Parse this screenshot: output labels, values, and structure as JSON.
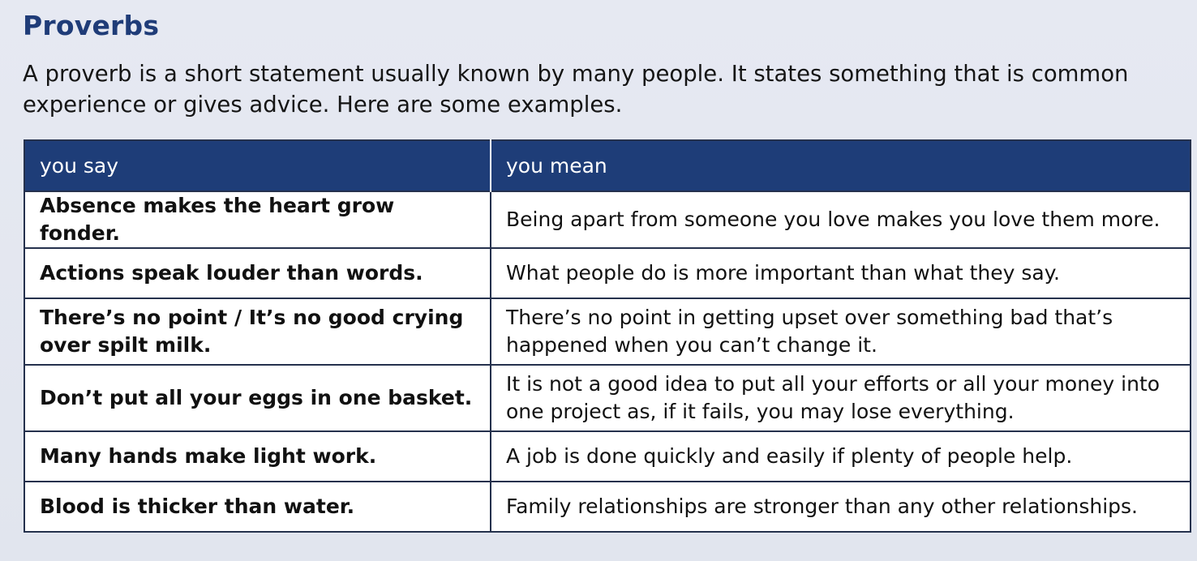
{
  "title": "Proverbs",
  "intro": "A proverb is a short statement usually known by many people. It states something that is common experience or gives advice. Here are some examples.",
  "table": {
    "headers": [
      "you say",
      "you mean"
    ],
    "rows": [
      {
        "say": "Absence makes the heart grow fonder.",
        "mean": "Being apart from someone you love makes you love them more."
      },
      {
        "say": "Actions speak louder than words.",
        "mean": "What people do is more important than what they say."
      },
      {
        "say": "There’s no point / It’s no good crying over spilt milk.",
        "mean": "There’s no point in getting upset over something bad that’s happened when you can’t change it."
      },
      {
        "say": "Don’t put all your eggs in one basket.",
        "mean": "It is not a good idea to put all your efforts or all your money into one project as, if it fails, you may lose everything."
      },
      {
        "say": "Many hands make light work.",
        "mean": "A job is done quickly and easily if plenty of people help."
      },
      {
        "say": "Blood is thicker than water.",
        "mean": "Family relationships are stronger than any other relationships."
      }
    ]
  },
  "colors": {
    "heading": "#1f3c78",
    "table_header_bg": "#1e3d78",
    "border": "#25314d"
  }
}
